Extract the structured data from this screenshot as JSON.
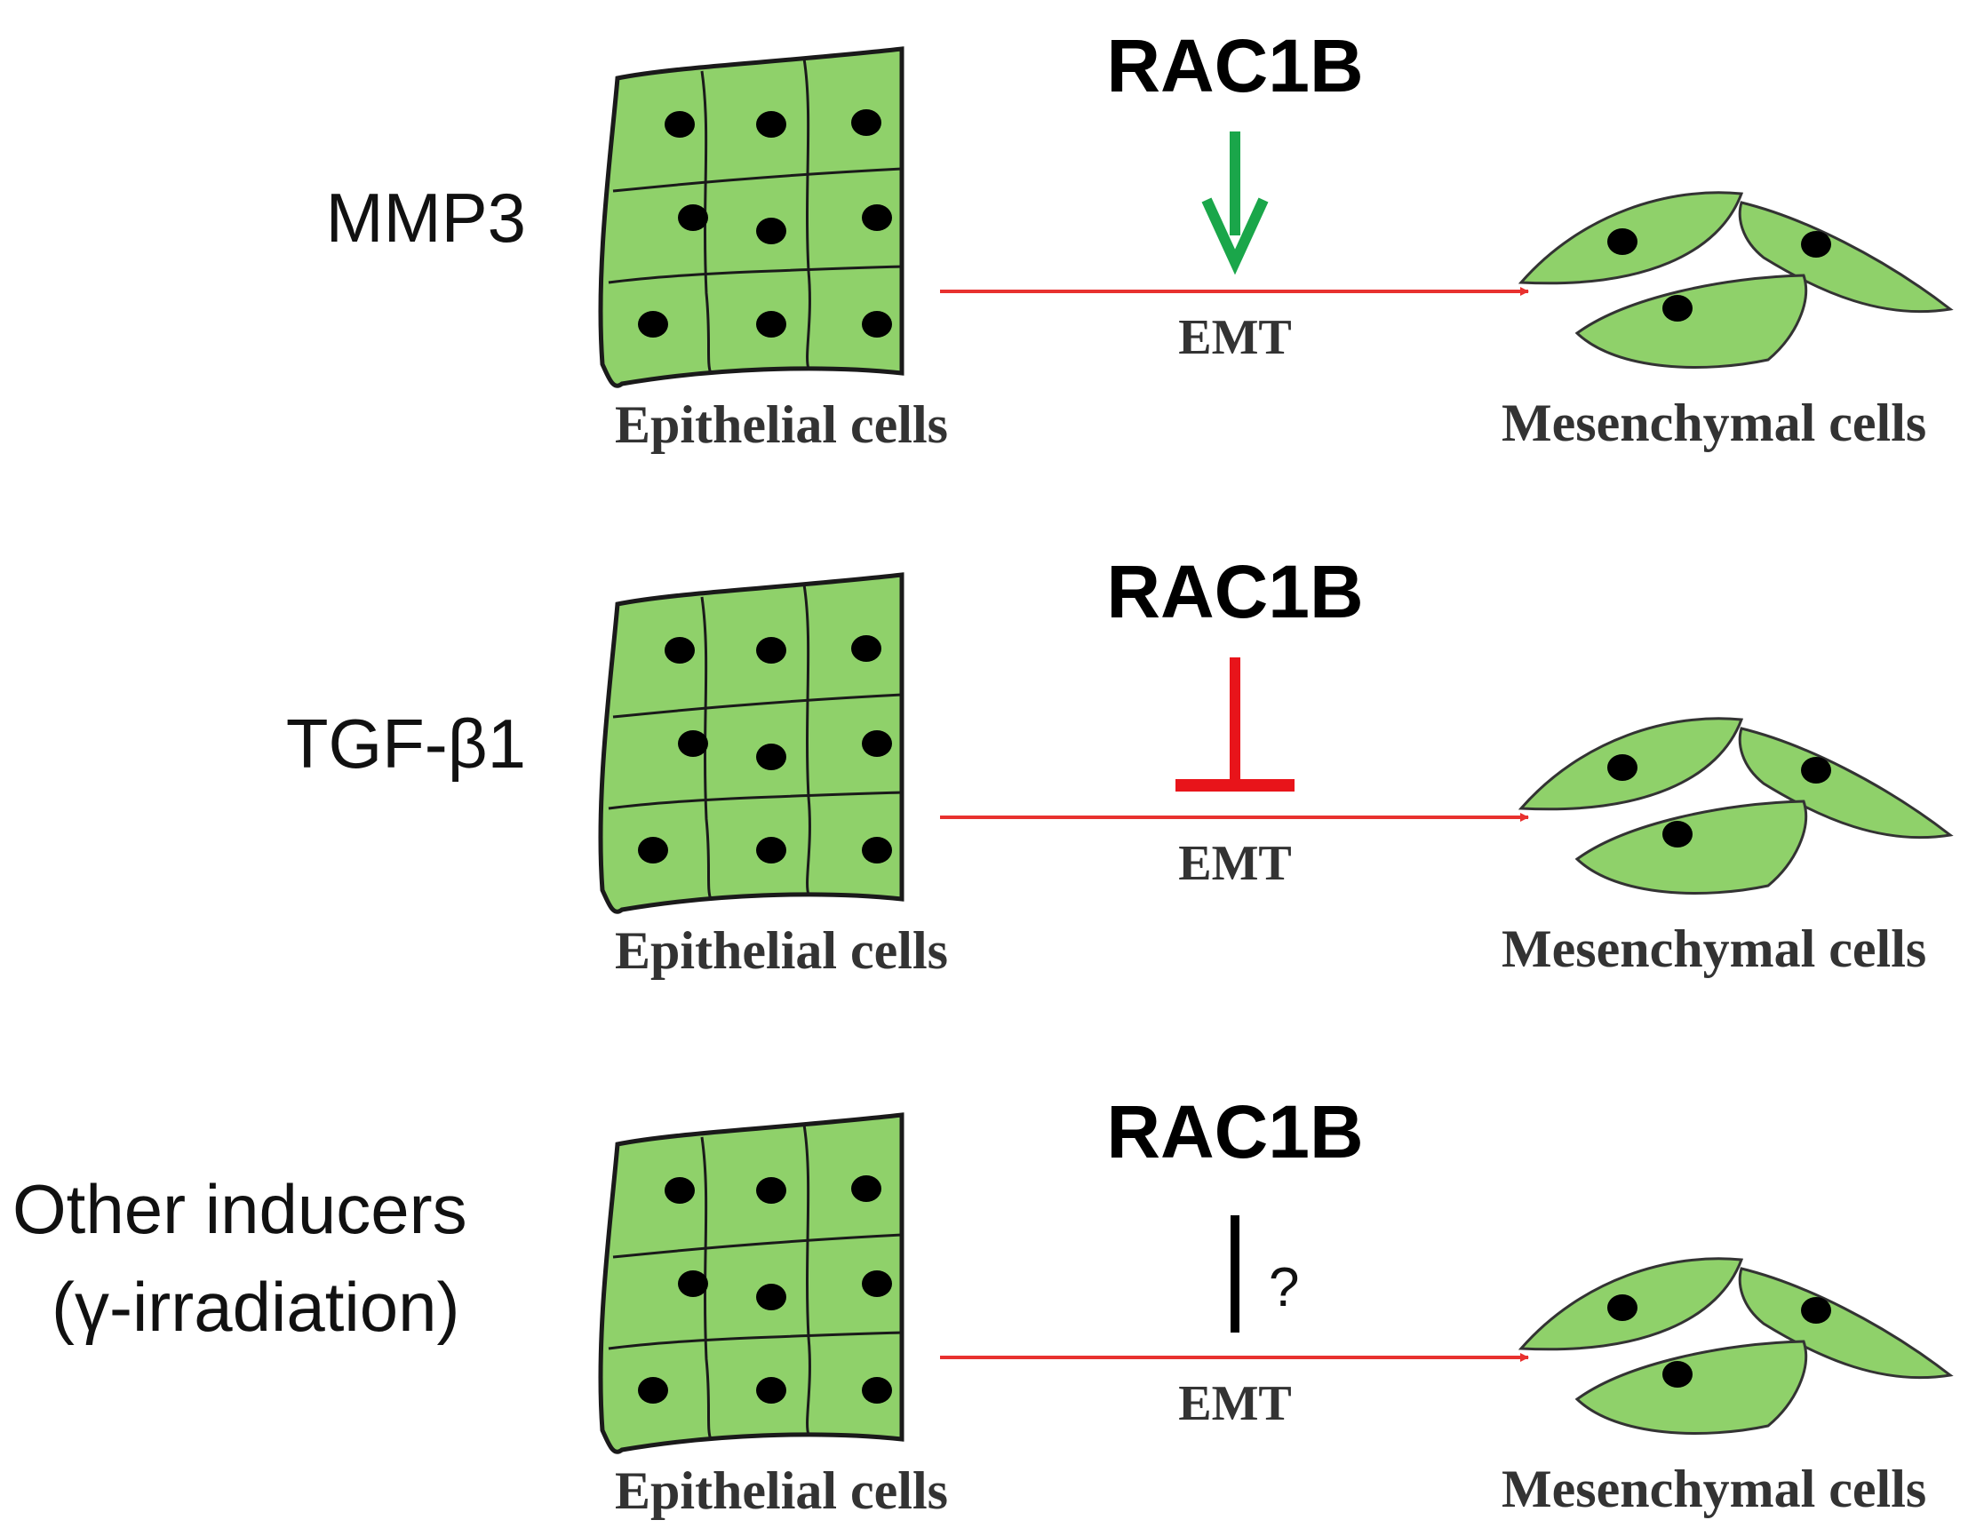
{
  "colors": {
    "cell_fill": "#8fd16a",
    "cell_outline": "#1a1a1a",
    "nucleus": "#000000",
    "emt_arrow": "#e8312f",
    "promote_arrow": "#1aa64a",
    "inhibit": "#e8141a",
    "unknown": "#000000"
  },
  "rows": [
    {
      "inducer_lines": [
        "MMP3"
      ],
      "modulator": "RAC1B",
      "effect": "promote",
      "effect_icon": "green-down-arrow",
      "process": "EMT",
      "source_label": "Epithelial cells",
      "target_label": "Mesenchymal cells",
      "query": ""
    },
    {
      "inducer_lines": [
        "TGF-β1"
      ],
      "modulator": "RAC1B",
      "effect": "inhibit",
      "effect_icon": "red-inhibition-bar",
      "process": "EMT",
      "source_label": "Epithelial cells",
      "target_label": "Mesenchymal cells",
      "query": ""
    },
    {
      "inducer_lines": [
        "Other inducers",
        "(γ-irradiation)"
      ],
      "modulator": "RAC1B",
      "effect": "unknown",
      "effect_icon": "black-line",
      "process": "EMT",
      "source_label": "Epithelial cells",
      "target_label": "Mesenchymal cells",
      "query": "?"
    }
  ]
}
